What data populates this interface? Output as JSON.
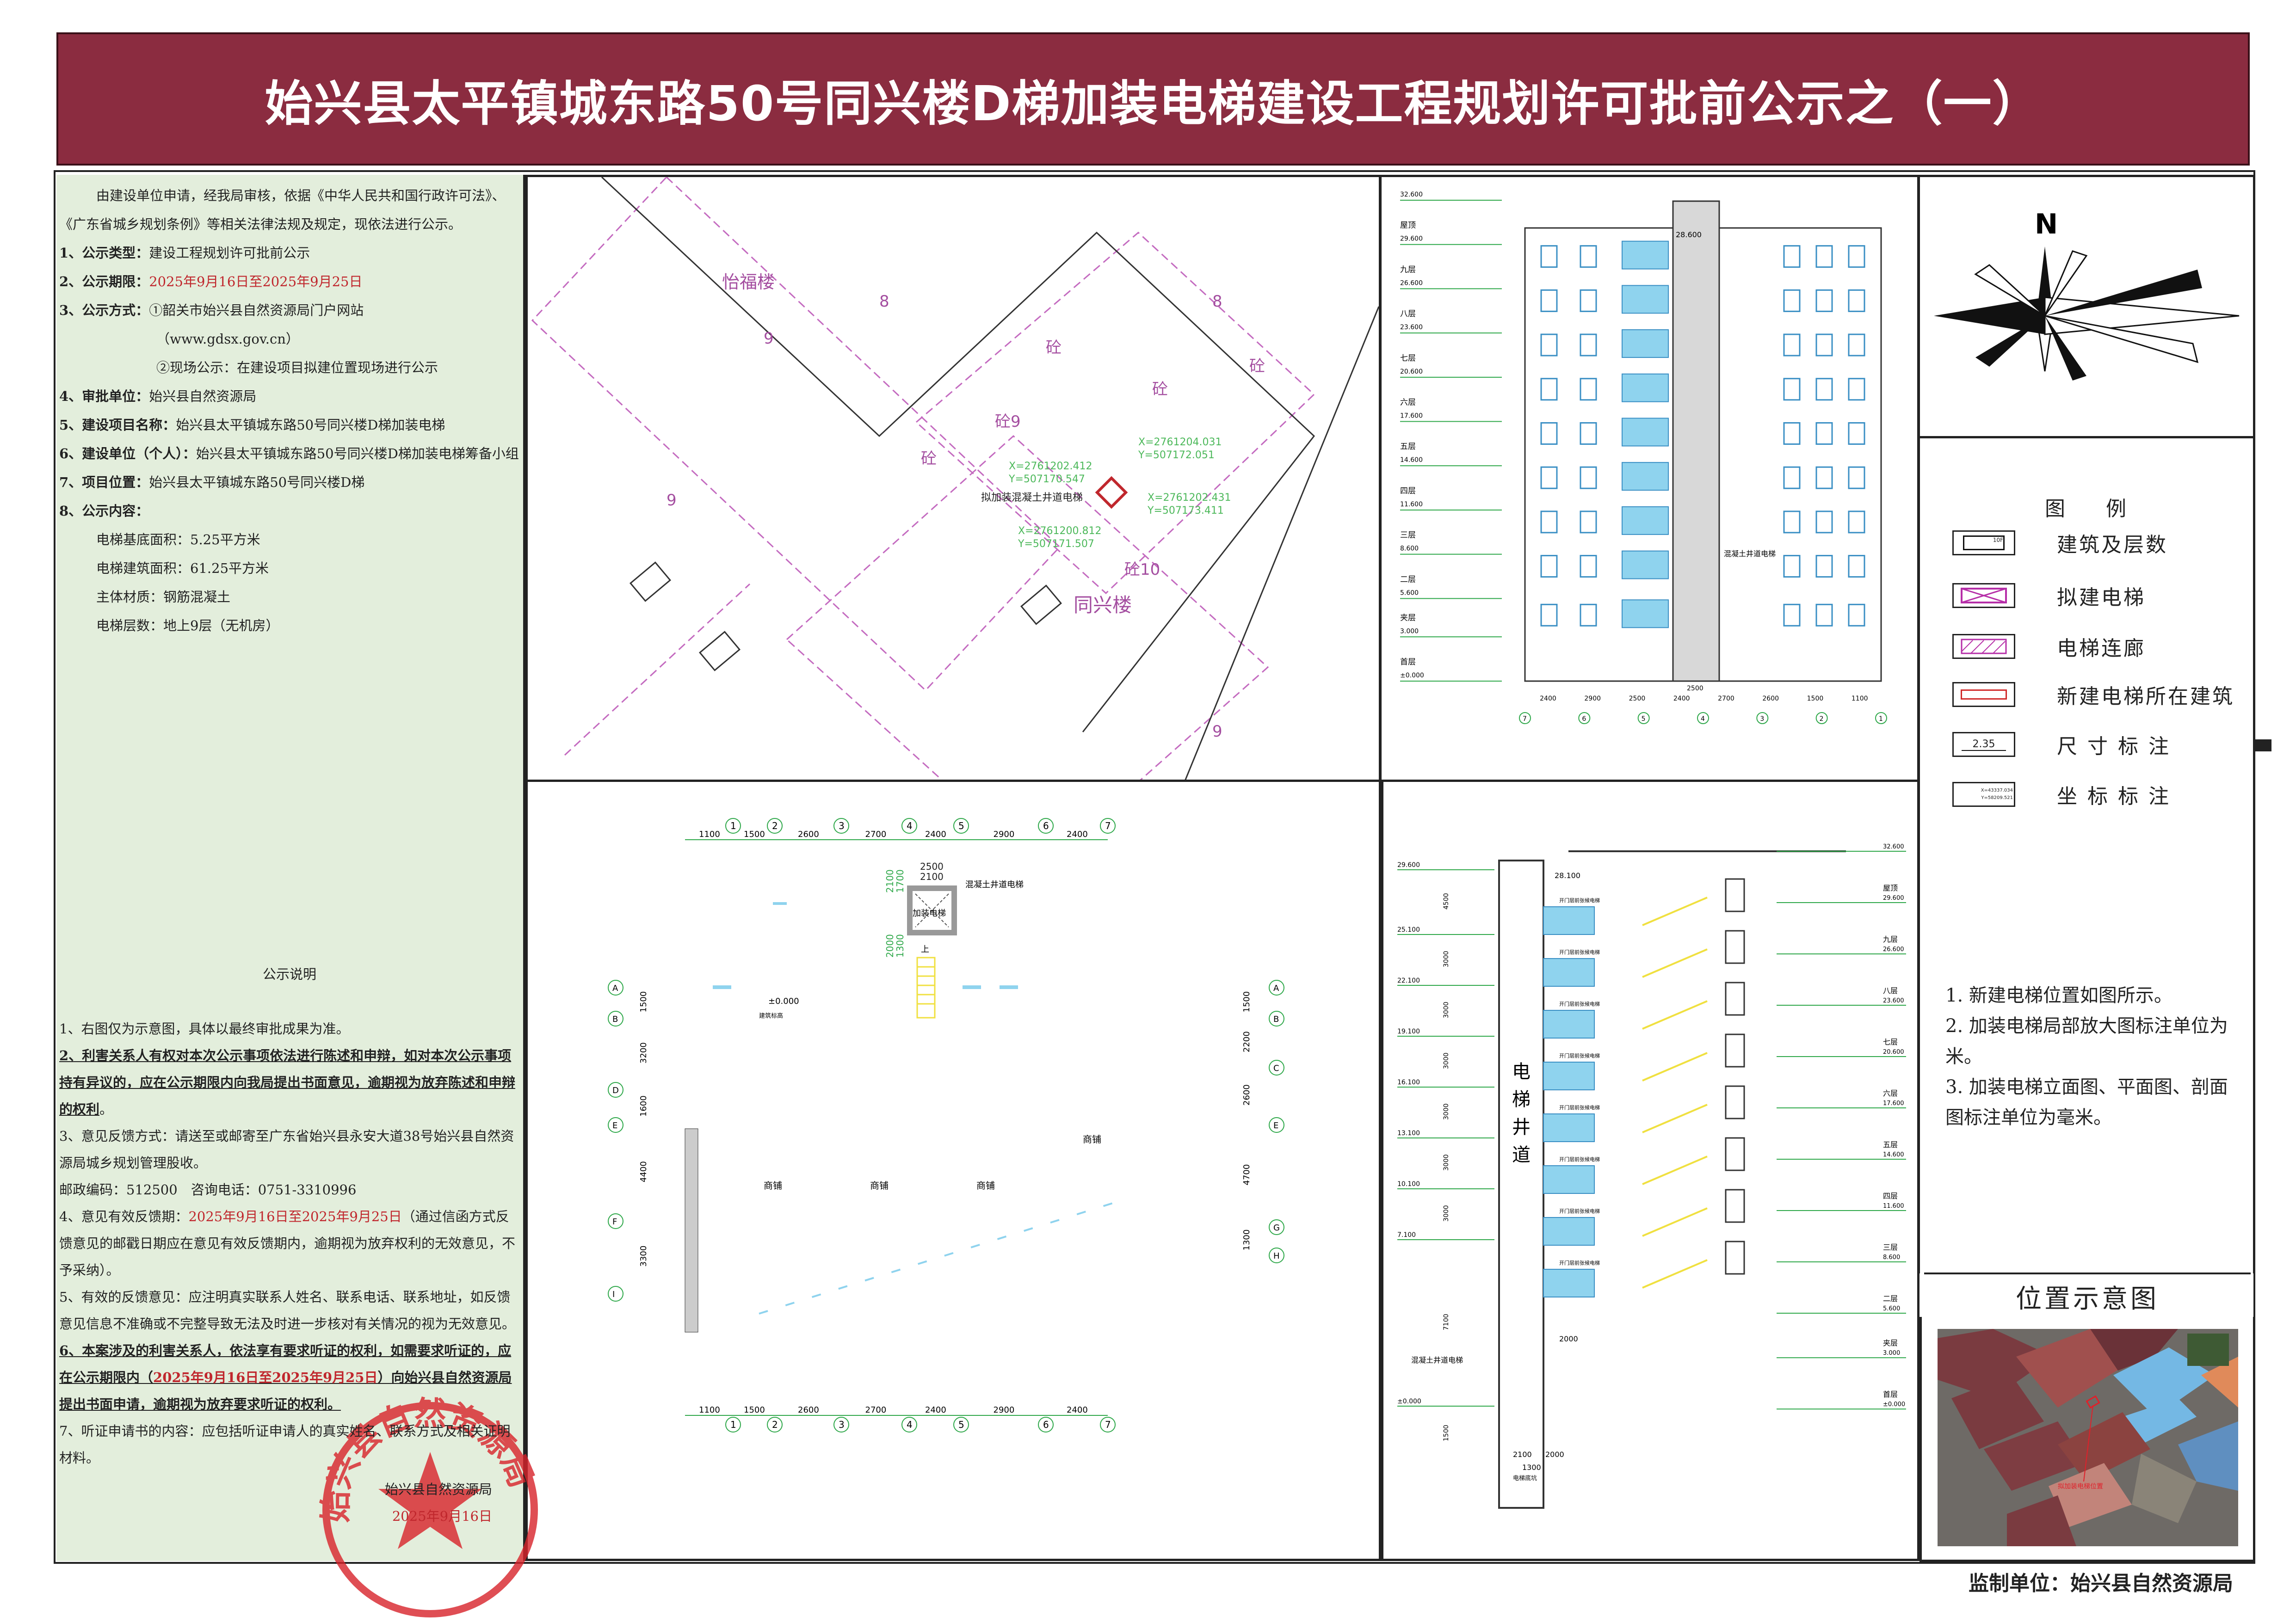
{
  "title": "始兴县太平镇城东路50号同兴楼D梯加装电梯建设工程规划许可批前公示之（一）",
  "notice": {
    "intro": "由建设单位申请，经我局审核，依据《中华人民共和国行政许可法》、《广东省城乡规划条例》等相关法律法规及规定，现依法进行公示。",
    "items": [
      {
        "label": "1、公示类型：",
        "value": "建设工程规划许可批前公示"
      },
      {
        "label": "2、公示期限：",
        "value": "2025年9月16日至2025年9月25日"
      },
      {
        "label": "3、公示方式：",
        "value": "①韶关市始兴县自然资源局门户网站",
        "value2": "（www.gdsx.gov.cn）",
        "value3": "②现场公示：在建设项目拟建位置现场进行公示"
      },
      {
        "label": "4、审批单位：",
        "value": "始兴县自然资源局"
      },
      {
        "label": "5、建设项目名称：",
        "value": "始兴县太平镇城东路50号同兴楼D梯加装电梯"
      },
      {
        "label": "6、建设单位（个人）：",
        "value": "始兴县太平镇城东路50号同兴楼D梯加装电梯筹备小组"
      },
      {
        "label": "7、项目位置：",
        "value": "始兴县太平镇城东路50号同兴楼D梯"
      },
      {
        "label": "8、公示内容：",
        "value": ""
      }
    ],
    "contents": [
      "电梯基底面积：5.25平方米",
      "电梯建筑面积：61.25平方米",
      "主体材质：钢筋混凝土",
      "电梯层数：地上9层（无机房）"
    ]
  },
  "explanation": {
    "heading": "公示说明",
    "p1": "1、右图仅为示意图，具体以最终审批成果为准。",
    "p2": "2、利害关系人有权对本次公示事项依法进行陈述和申辩，如对本次公示事项持有异议的，应在公示期限内向我局提出书面意见，逾期视为放弃陈述和申辩的权利",
    "p2_end": "。",
    "p3": "3、意见反馈方式：请送至或邮寄至广东省始兴县永安大道38号始兴县自然资源局城乡规划管理股收。",
    "postal": "邮政编码：512500　咨询电话：0751-3310996",
    "p4_a": "4、意见有效反馈期：",
    "p4_date": "2025年9月16日至2025年9月25日",
    "p4_b": "（通过信函方式反馈意见的邮戳日期应在意见有效反馈期内，逾期视为放弃权利的无效意见，不予采纳）。",
    "p5": "5、有效的反馈意见：应注明真实联系人姓名、联系电话、联系地址，如反馈意见信息不准确或不完整导致无法及时进一步核对有关情况的视为无效意见。",
    "p6_a": "6、本案涉及的利害关系人，依法享有要求听证的权利，如需要求听证的，应在公示期限内（",
    "p6_date": "2025年9月16日至2025年9月25日",
    "p6_b": "）向始兴县自然资源局提出书面申请，逾期视为放弃要求听证的权利。",
    "p7": "7、听证申请书的内容：应包括听证申请人的真实姓名、联系方式及相关证明材料。",
    "signature": "始兴县自然资源局",
    "date": "2025年9月16日",
    "seal_text": "始兴县自然资源局"
  },
  "site_plan": {
    "buildings": [
      "怡福楼",
      "同兴楼"
    ],
    "material_labels": [
      "砼9",
      "砼",
      "砼",
      "砼10",
      "砼",
      "砼"
    ],
    "floor_numbers": [
      "9",
      "8",
      "9",
      "8",
      "9"
    ],
    "elevator_label": "拟加装混凝土井道电梯",
    "coords": [
      {
        "x": "X=2761204.031",
        "y": "Y=507172.051"
      },
      {
        "x": "X=2761202.412",
        "y": "Y=507170.547"
      },
      {
        "x": "X=2761202.431",
        "y": "Y=507173.411"
      },
      {
        "x": "X=2761200.812",
        "y": "Y=507171.507"
      }
    ],
    "colors": {
      "lines": "#c46bc0",
      "coords": "#4cb85a",
      "elevator": "#c0272d"
    }
  },
  "elevation": {
    "levels": [
      {
        "name": "",
        "elev": "32.600",
        "v": 32.6
      },
      {
        "name": "屋顶",
        "elev": "29.600",
        "v": 29.6
      },
      {
        "name": "九层",
        "elev": "26.600",
        "v": 26.6
      },
      {
        "name": "八层",
        "elev": "23.600",
        "v": 23.6
      },
      {
        "name": "七层",
        "elev": "20.600",
        "v": 20.6
      },
      {
        "name": "六层",
        "elev": "17.600",
        "v": 17.6
      },
      {
        "name": "五层",
        "elev": "14.600",
        "v": 14.6
      },
      {
        "name": "四层",
        "elev": "11.600",
        "v": 11.6
      },
      {
        "name": "三层",
        "elev": "8.600",
        "v": 8.6
      },
      {
        "name": "二层",
        "elev": "5.600",
        "v": 5.6
      },
      {
        "name": "夹层",
        "elev": "3.000",
        "v": 3.0
      },
      {
        "name": "首层",
        "elev": "±0.000",
        "v": 0
      }
    ],
    "top_label": "28.600",
    "shaft_label": "混凝土井道电梯",
    "bottom_dims": [
      "2400",
      "2900",
      "2500",
      "2400",
      "2700",
      "2600",
      "1500",
      "1100"
    ],
    "bottom_total": "2500",
    "axes": [
      "7",
      "6",
      "5",
      "4",
      "3",
      "2",
      "1"
    ]
  },
  "floor_plan": {
    "top_axes": [
      "1",
      "2",
      "3",
      "4",
      "5",
      "6",
      "7"
    ],
    "top_dims": [
      "1100",
      "1500",
      "2600",
      "2700",
      "2400",
      "2900",
      "2400"
    ],
    "sub_dims": [
      "2500",
      "2100"
    ],
    "left_axes": [
      "A",
      "B",
      "D",
      "E",
      "F",
      "I"
    ],
    "left_dims": [
      "1500",
      "3200",
      "1600",
      "4400",
      "3300"
    ],
    "right_axes": [
      "A",
      "B",
      "C",
      "E",
      "G",
      "H"
    ],
    "right_dims": [
      "1500",
      "2200",
      "2600",
      "4700",
      "1300"
    ],
    "elevator_label": "加装电梯",
    "shaft_label": "混凝土井道电梯",
    "v_dims": [
      "2100",
      "1700",
      "2000",
      "1300"
    ],
    "stair_up": "上",
    "level": "±0.000",
    "level_caption": "建筑标高",
    "shops": [
      "商铺",
      "商铺",
      "商铺",
      "商铺"
    ]
  },
  "section": {
    "left_levels": [
      "29.600",
      "25.100",
      "22.100",
      "19.100",
      "16.100",
      "13.100",
      "10.100",
      "7.100",
      "±0.000"
    ],
    "left_dims": [
      "4500",
      "3000",
      "3000",
      "3000",
      "3000",
      "3000",
      "3000",
      "7100",
      "1500"
    ],
    "shaft_text": [
      "电",
      "梯",
      "井",
      "道"
    ],
    "top_label": "28.100",
    "landing_label": "开门层前张候电梯",
    "dims": [
      "2000",
      "2100",
      "2000",
      "1300"
    ],
    "shaft_caption": "混凝土井道电梯",
    "pit_caption": "电梯底坑"
  },
  "north": {
    "label": "N"
  },
  "legend": {
    "title": "图　　例",
    "items": [
      {
        "symbol": "building-floors",
        "label": "建筑及层数",
        "tag": "10F"
      },
      {
        "symbol": "proposed-elevator",
        "label": "拟建电梯"
      },
      {
        "symbol": "elevator-corridor",
        "label": "电梯连廊"
      },
      {
        "symbol": "host-building",
        "label": "新建电梯所在建筑"
      },
      {
        "symbol": "dimension",
        "label": "尺 寸 标 注",
        "tag": "2.35"
      },
      {
        "symbol": "coordinate",
        "label": "坐 标 标 注",
        "tag": "X=43337.034",
        "tag2": "Y=58209.521"
      }
    ]
  },
  "notes": [
    "1. 新建电梯位置如图所示。",
    "2. 加装电梯局部放大图标注单位为米。",
    "3. 加装电梯立面图、平面图、剖面图标注单位为毫米。"
  ],
  "location": {
    "title": "位置示意图",
    "marker": "拟加装电梯位置"
  },
  "footer": "监制单位：始兴县自然资源局",
  "colors": {
    "banner": "#8b2c40",
    "panel_bg": "#e3eedc",
    "accent_red": "#c0272d",
    "cad_green": "#2fa84a",
    "cad_blue": "#8fd3ee"
  }
}
